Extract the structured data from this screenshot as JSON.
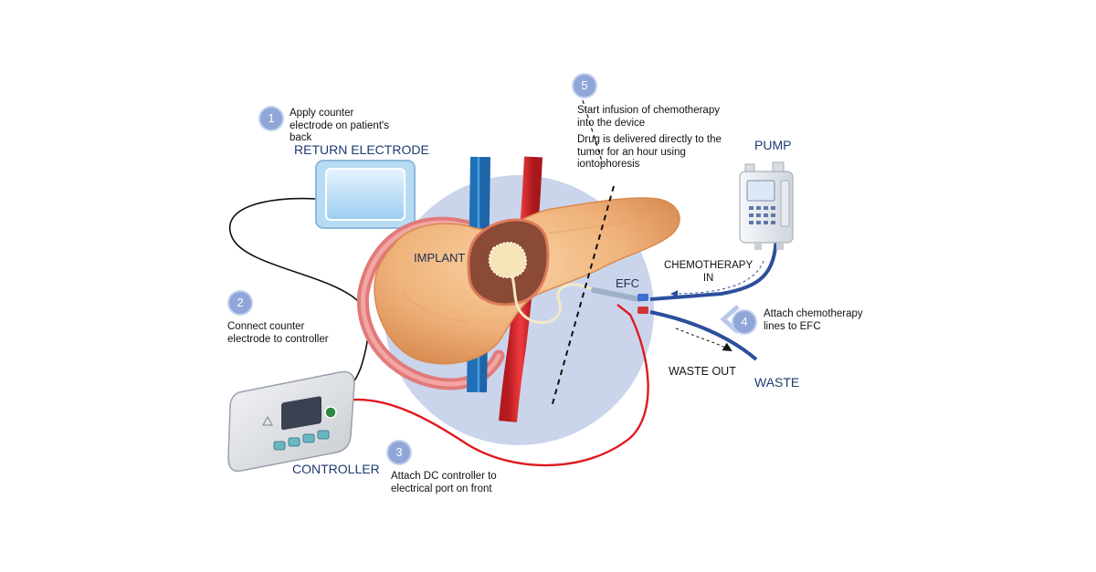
{
  "steps": [
    {
      "number": "1",
      "lines": [
        "Apply counter",
        "electrode on patient's",
        "back"
      ]
    },
    {
      "number": "2",
      "lines": [
        "Connect counter",
        "electrode to controller"
      ]
    },
    {
      "number": "3",
      "lines": [
        "Attach DC controller to",
        "electrical port on front"
      ]
    },
    {
      "number": "4",
      "lines": [
        "Attach chemotherapy",
        "lines to EFC"
      ]
    },
    {
      "number": "5",
      "lines": [
        "Start infusion of chemotherapy",
        "into the device"
      ],
      "detail": [
        "Drug is delivered directly to the",
        "tumor for an hour using",
        "iontophoresis"
      ]
    }
  ],
  "labels": {
    "return_electrode": "RETURN ELECTRODE",
    "pump": "PUMP",
    "implant": "IMPLANT",
    "efc": "EFC",
    "chemo_in": [
      "CHEMOTHERAPY",
      "IN"
    ],
    "waste_out": "WASTE OUT",
    "waste": "WASTE",
    "controller": "CONTROLLER"
  },
  "colors": {
    "badge": "#8fa6d8",
    "label_blue": "#1f3a73",
    "vessel_red": "#d8262b",
    "vessel_blue": "#3b8fd6",
    "circle": "#c4d0ea",
    "pancreas": "#efb27a",
    "wire_red": "#e0191f",
    "tube_blue": "#2c4f9c"
  }
}
